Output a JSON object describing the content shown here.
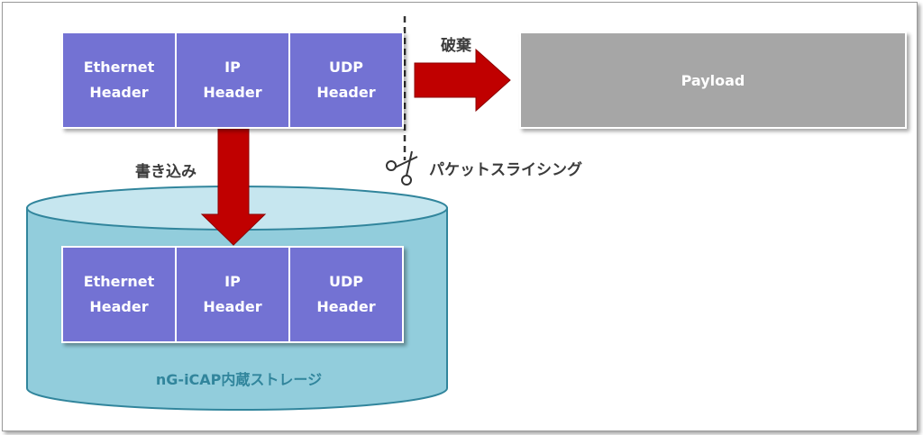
{
  "top_row": [
    {
      "line1": "Ethernet",
      "line2": "Header"
    },
    {
      "line1": "IP",
      "line2": "Header"
    },
    {
      "line1": "UDP",
      "line2": "Header"
    }
  ],
  "payload_label": "Payload",
  "discard_label": "破棄",
  "write_label": "書き込み",
  "slicing_label": "パケットスライシング",
  "storage_label": "nG-iCAP内蔵ストレージ",
  "storage_row": [
    {
      "line1": "Ethernet",
      "line2": "Header"
    },
    {
      "line1": "IP",
      "line2": "Header"
    },
    {
      "line1": "UDP",
      "line2": "Header"
    }
  ],
  "colors": {
    "header_fill": "#7372d3",
    "payload_fill": "#a6a6a6",
    "arrow_fill": "#c00000",
    "storage_fill": "#92cddc",
    "storage_top": "#c6e6ef"
  }
}
